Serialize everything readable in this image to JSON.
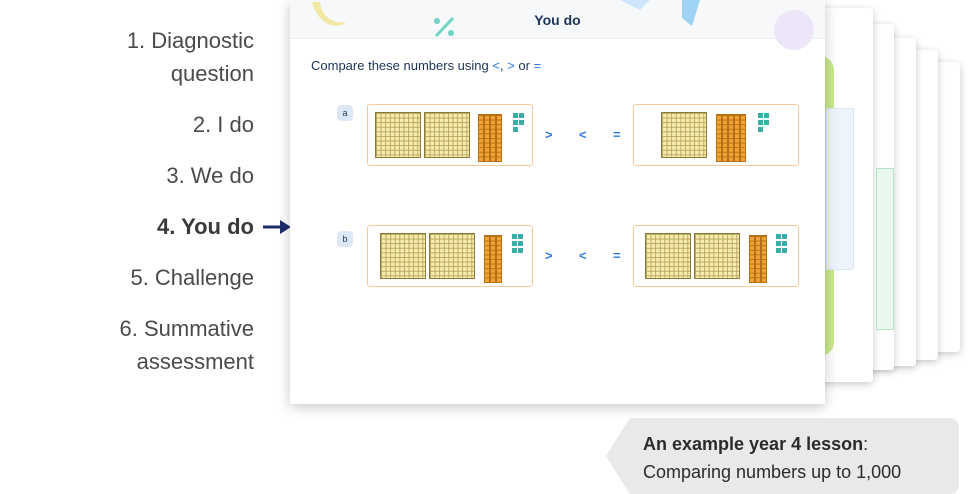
{
  "steps": [
    {
      "line1": "1. Diagnostic",
      "line2": "question"
    },
    {
      "line1": "2. I do"
    },
    {
      "line1": "3. We do"
    },
    {
      "line1": "4. You do"
    },
    {
      "line1": "5. Challenge"
    },
    {
      "line1": "6. Summative",
      "line2": "assessment"
    }
  ],
  "active_step": "4. You do",
  "slide": {
    "title": "You do",
    "prompt_prefix": "Compare these numbers using ",
    "prompt_lt": "<",
    "prompt_comma": ", ",
    "prompt_gt": ">",
    "prompt_or": " or ",
    "prompt_eq": "=",
    "questions": [
      {
        "label": "a",
        "left": {
          "hundreds": 2,
          "tens": 4,
          "ones": 5
        },
        "right": {
          "hundreds": 1,
          "tens": 5,
          "ones": 5
        }
      },
      {
        "label": "b",
        "left": {
          "hundreds": 2,
          "tens": 3,
          "ones": 6
        },
        "right": {
          "hundreds": 2,
          "tens": 3,
          "ones": 6
        }
      }
    ],
    "comparators": [
      ">",
      "<",
      "="
    ]
  },
  "caption": {
    "bold": "An example year 4 lesson",
    "colon": ":",
    "line2": "Comparing numbers up to 1,000"
  },
  "colors": {
    "accent": "#2f7be3",
    "arrow": "#1d2b6b",
    "header_text": "#1d3557"
  }
}
